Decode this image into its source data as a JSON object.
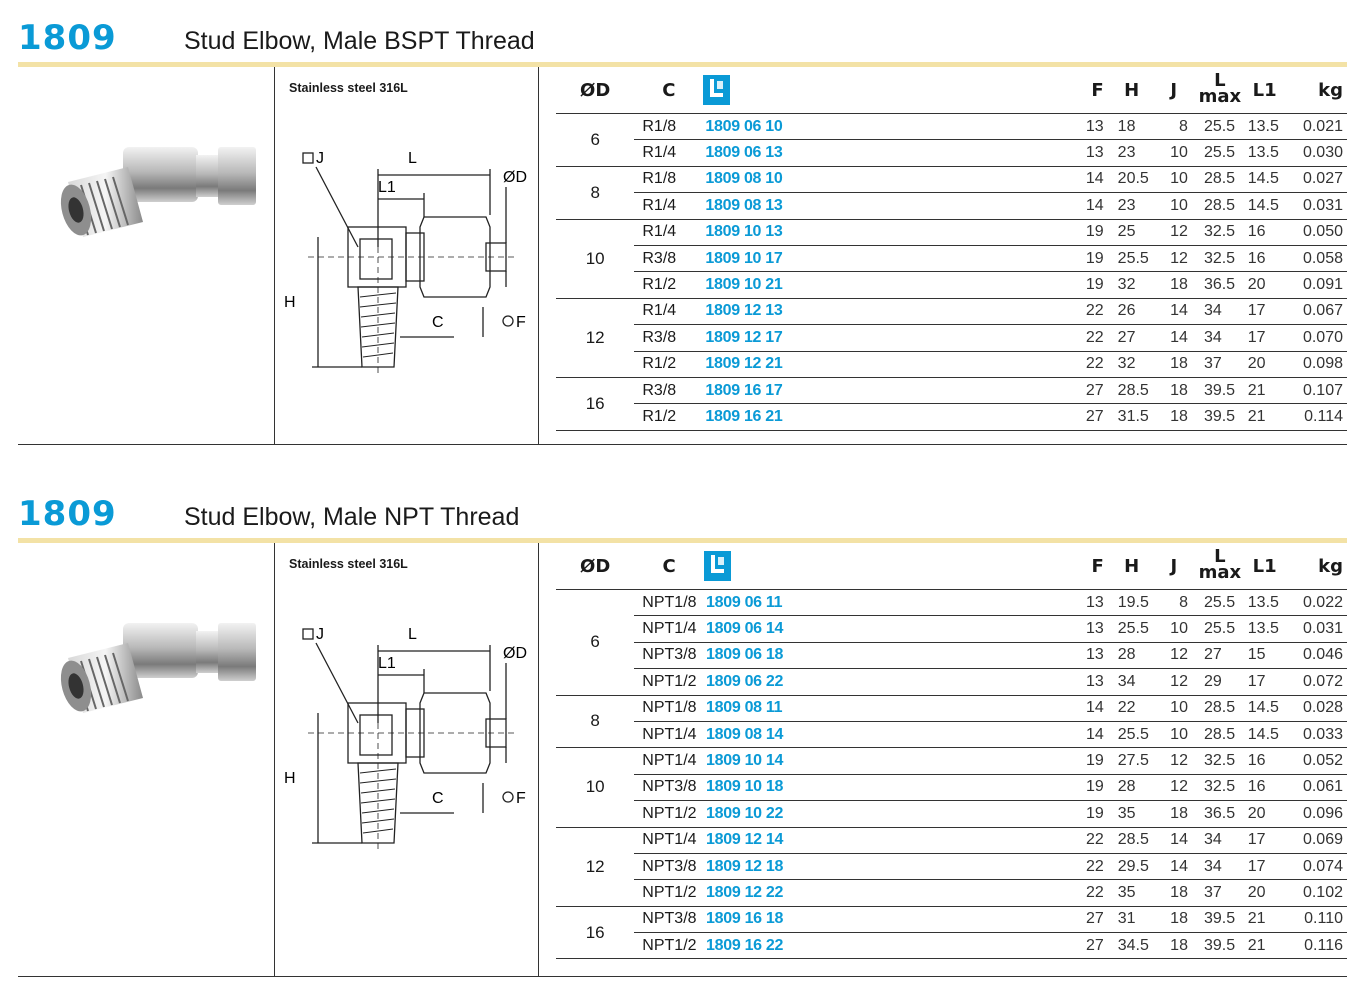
{
  "colors": {
    "accent": "#0a9ad6",
    "rule": "#f3e2a6"
  },
  "sections": [
    {
      "code": "1809",
      "title": "Stud Elbow, Male BSPT Thread",
      "material": "Stainless steel 316L",
      "drawing": {
        "j": "J",
        "l": "L",
        "l1": "L1",
        "d": "ØD",
        "h": "H",
        "c": "C",
        "f": "F"
      },
      "headers": {
        "od": "ØD",
        "c": "C",
        "f": "F",
        "h": "H",
        "j": "J",
        "l": "L",
        "max": "max",
        "l1": "L1",
        "kg": "kg"
      },
      "groups": [
        {
          "od": "6",
          "rows": [
            {
              "c": "R1/8",
              "ref": "1809 06 10",
              "f": "13",
              "h": "18",
              "j": "8",
              "lmax": "25.5",
              "l1": "13.5",
              "kg": "0.021"
            },
            {
              "c": "R1/4",
              "ref": "1809 06 13",
              "f": "13",
              "h": "23",
              "j": "10",
              "lmax": "25.5",
              "l1": "13.5",
              "kg": "0.030"
            }
          ]
        },
        {
          "od": "8",
          "rows": [
            {
              "c": "R1/8",
              "ref": "1809 08 10",
              "f": "14",
              "h": "20.5",
              "j": "10",
              "lmax": "28.5",
              "l1": "14.5",
              "kg": "0.027"
            },
            {
              "c": "R1/4",
              "ref": "1809 08 13",
              "f": "14",
              "h": "23",
              "j": "10",
              "lmax": "28.5",
              "l1": "14.5",
              "kg": "0.031"
            }
          ]
        },
        {
          "od": "10",
          "rows": [
            {
              "c": "R1/4",
              "ref": "1809 10 13",
              "f": "19",
              "h": "25",
              "j": "12",
              "lmax": "32.5",
              "l1": "16",
              "kg": "0.050"
            },
            {
              "c": "R3/8",
              "ref": "1809 10 17",
              "f": "19",
              "h": "25.5",
              "j": "12",
              "lmax": "32.5",
              "l1": "16",
              "kg": "0.058"
            },
            {
              "c": "R1/2",
              "ref": "1809 10 21",
              "f": "19",
              "h": "32",
              "j": "18",
              "lmax": "36.5",
              "l1": "20",
              "kg": "0.091"
            }
          ]
        },
        {
          "od": "12",
          "rows": [
            {
              "c": "R1/4",
              "ref": "1809 12 13",
              "f": "22",
              "h": "26",
              "j": "14",
              "lmax": "34",
              "l1": "17",
              "kg": "0.067"
            },
            {
              "c": "R3/8",
              "ref": "1809 12 17",
              "f": "22",
              "h": "27",
              "j": "14",
              "lmax": "34",
              "l1": "17",
              "kg": "0.070"
            },
            {
              "c": "R1/2",
              "ref": "1809 12 21",
              "f": "22",
              "h": "32",
              "j": "18",
              "lmax": "37",
              "l1": "20",
              "kg": "0.098"
            }
          ]
        },
        {
          "od": "16",
          "rows": [
            {
              "c": "R3/8",
              "ref": "1809 16 17",
              "f": "27",
              "h": "28.5",
              "j": "18",
              "lmax": "39.5",
              "l1": "21",
              "kg": "0.107"
            },
            {
              "c": "R1/2",
              "ref": "1809 16 21",
              "f": "27",
              "h": "31.5",
              "j": "18",
              "lmax": "39.5",
              "l1": "21",
              "kg": "0.114"
            }
          ]
        }
      ]
    },
    {
      "code": "1809",
      "title": "Stud Elbow, Male NPT Thread",
      "material": "Stainless steel 316L",
      "drawing": {
        "j": "J",
        "l": "L",
        "l1": "L1",
        "d": "ØD",
        "h": "H",
        "c": "C",
        "f": "F"
      },
      "headers": {
        "od": "ØD",
        "c": "C",
        "f": "F",
        "h": "H",
        "j": "J",
        "l": "L",
        "max": "max",
        "l1": "L1",
        "kg": "kg"
      },
      "groups": [
        {
          "od": "6",
          "rows": [
            {
              "c": "NPT1/8",
              "ref": "1809 06 11",
              "f": "13",
              "h": "19.5",
              "j": "8",
              "lmax": "25.5",
              "l1": "13.5",
              "kg": "0.022"
            },
            {
              "c": "NPT1/4",
              "ref": "1809 06 14",
              "f": "13",
              "h": "25.5",
              "j": "10",
              "lmax": "25.5",
              "l1": "13.5",
              "kg": "0.031"
            },
            {
              "c": "NPT3/8",
              "ref": "1809 06 18",
              "f": "13",
              "h": "28",
              "j": "12",
              "lmax": "27",
              "l1": "15",
              "kg": "0.046"
            },
            {
              "c": "NPT1/2",
              "ref": "1809 06 22",
              "f": "13",
              "h": "34",
              "j": "12",
              "lmax": "29",
              "l1": "17",
              "kg": "0.072"
            }
          ]
        },
        {
          "od": "8",
          "rows": [
            {
              "c": "NPT1/8",
              "ref": "1809 08 11",
              "f": "14",
              "h": "22",
              "j": "10",
              "lmax": "28.5",
              "l1": "14.5",
              "kg": "0.028"
            },
            {
              "c": "NPT1/4",
              "ref": "1809 08 14",
              "f": "14",
              "h": "25.5",
              "j": "10",
              "lmax": "28.5",
              "l1": "14.5",
              "kg": "0.033"
            }
          ]
        },
        {
          "od": "10",
          "rows": [
            {
              "c": "NPT1/4",
              "ref": "1809 10 14",
              "f": "19",
              "h": "27.5",
              "j": "12",
              "lmax": "32.5",
              "l1": "16",
              "kg": "0.052"
            },
            {
              "c": "NPT3/8",
              "ref": "1809 10 18",
              "f": "19",
              "h": "28",
              "j": "12",
              "lmax": "32.5",
              "l1": "16",
              "kg": "0.061"
            },
            {
              "c": "NPT1/2",
              "ref": "1809 10 22",
              "f": "19",
              "h": "35",
              "j": "18",
              "lmax": "36.5",
              "l1": "20",
              "kg": "0.096"
            }
          ]
        },
        {
          "od": "12",
          "rows": [
            {
              "c": "NPT1/4",
              "ref": "1809 12 14",
              "f": "22",
              "h": "28.5",
              "j": "14",
              "lmax": "34",
              "l1": "17",
              "kg": "0.069"
            },
            {
              "c": "NPT3/8",
              "ref": "1809 12 18",
              "f": "22",
              "h": "29.5",
              "j": "14",
              "lmax": "34",
              "l1": "17",
              "kg": "0.074"
            },
            {
              "c": "NPT1/2",
              "ref": "1809 12 22",
              "f": "22",
              "h": "35",
              "j": "18",
              "lmax": "37",
              "l1": "20",
              "kg": "0.102"
            }
          ]
        },
        {
          "od": "16",
          "rows": [
            {
              "c": "NPT3/8",
              "ref": "1809 16 18",
              "f": "27",
              "h": "31",
              "j": "18",
              "lmax": "39.5",
              "l1": "21",
              "kg": "0.110"
            },
            {
              "c": "NPT1/2",
              "ref": "1809 16 22",
              "f": "27",
              "h": "34.5",
              "j": "18",
              "lmax": "39.5",
              "l1": "21",
              "kg": "0.116"
            }
          ]
        }
      ]
    }
  ]
}
